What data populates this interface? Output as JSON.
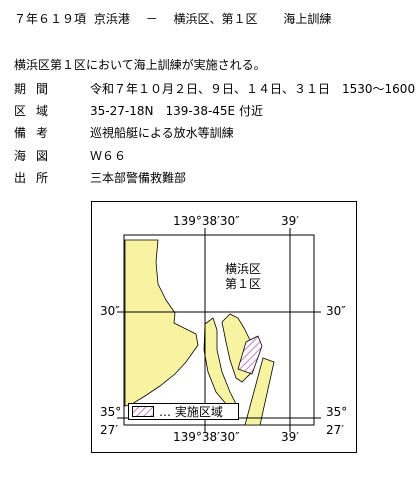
{
  "header": {
    "item": "７年６１９項",
    "port": "京浜港",
    "dash": "－",
    "area": "横浜区、第１区",
    "subject": "海上訓練"
  },
  "intro": "横浜区第１区において海上訓練が実施される。",
  "rows": [
    {
      "label": "期間",
      "value": "令和７年１０月２日、９日、１４日、３１日　1530～1600"
    },
    {
      "label": "区域",
      "value": "35-27-18N　139-38-45E 付近"
    },
    {
      "label": "備考",
      "value": "巡視船艇による放水等訓練"
    },
    {
      "label": "海図",
      "value": "Ｗ６６"
    },
    {
      "label": "出所",
      "value": "三本部警備救難部"
    }
  ],
  "map": {
    "top_lon_main": "139°38′30″",
    "top_lon_minor": "39′",
    "bottom_lon_main": "139°38′30″",
    "bottom_lon_minor": "39′",
    "left_lat_30": "30″",
    "right_lat_30": "30″",
    "left_lat_35": "35°",
    "left_lat_27": "27′",
    "right_lat_35": "35°",
    "right_lat_27": "27′",
    "area_name_line1": "横浜区",
    "area_name_line2": "第１区",
    "legend_dots": "…",
    "legend_text": "実施区域",
    "colors": {
      "land": "#f7f3a0",
      "hatch": "#c080c8",
      "grid": "#000000"
    }
  }
}
